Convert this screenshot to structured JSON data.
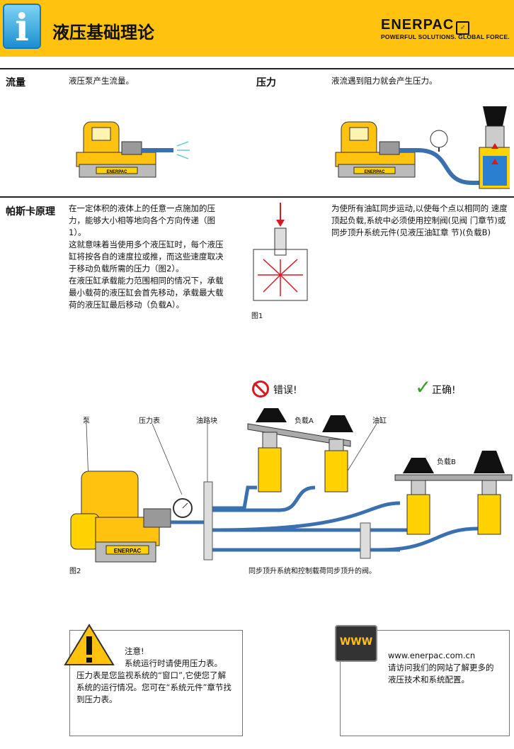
{
  "header": {
    "title": "液压基础理论",
    "brand": "ENERPAC",
    "brand_mark": "♂",
    "tagline": "POWERFUL SOLUTIONS. GLOBAL FORCE."
  },
  "flow": {
    "heading": "流量",
    "text": "液压泵产生流量。"
  },
  "pressure": {
    "heading": "压力",
    "text": "液流遇到阻力就会产生压力。"
  },
  "pascal": {
    "heading": "帕斯卡原理",
    "text": "在一定体积的液体上的任意一点施加的压力，能够大小相等地向各个方向传递（图1）。\n这就意味着当使用多个液压缸时，每个液压缸将按各自的速度拉或推，而这些速度取决于移动负载所需的压力（图2）。\n在液压缸承载能力范围相同的情况下，承载最小载荷的液压缸会首先移动，承载最大载荷的液压缸最后移动（负载A）。",
    "fig1_label": "图1",
    "right_text": "为使所有油缸同步运动,以使每个点以相同的 速度顶起负载,系统中必须使用控制阀(见阀 门章节)或同步顶升系统元件(见液压油缸章 节)(负载B)"
  },
  "diagram": {
    "wrong": "错误!",
    "right": "正确!",
    "label_pump": "泵",
    "label_gauge": "压力表",
    "label_manifold": "油路块",
    "label_loadA": "负载A",
    "label_cylinder": "油缸",
    "label_loadB": "负载B",
    "fig2_label": "图2",
    "caption": "同步顶升系统和控制载荷同步顶升的阀。",
    "pump_brand": "ENERPAC"
  },
  "notice": {
    "title": "注意!",
    "text": "系统运行时请使用压力表。\n压力表是您监视系统的“窗口”,它使您了解系统的运行情况。您可在“系统元件”章节找到压力表。"
  },
  "web": {
    "badge": "WWW",
    "url": "www.enerpac.com.cn",
    "text": "请访问我们的网站了解更多的液压技术和系统配置。"
  },
  "colors": {
    "header": "#ffc20e",
    "accent_red": "#d71920",
    "hose": "#3a6fb0",
    "cylinder": "#ffd200",
    "check": "#3a9a2a"
  }
}
